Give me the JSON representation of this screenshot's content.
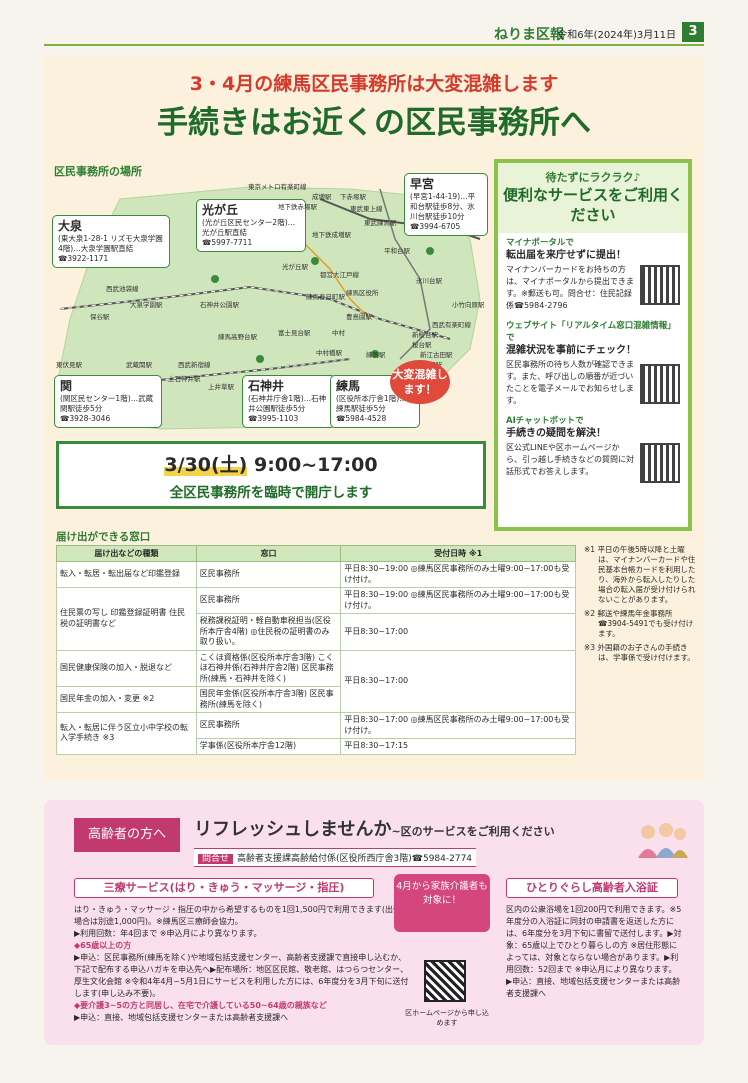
{
  "header": {
    "brand": "ねりま区報",
    "date": "令和6年(2024年)3月11日",
    "page_no": "3"
  },
  "top": {
    "title1": "3・4月の練馬区民事務所は大変混雑します",
    "title2": "手続きはお近くの区民事務所へ",
    "map_title": "区民事務所の場所",
    "offices": [
      {
        "name": "大泉",
        "addr": "(東大泉1-28-1 リズモ大泉学園4階)…大泉学園駅直結",
        "tel": "☎3922-1171"
      },
      {
        "name": "光が丘",
        "addr": "(光が丘区民センター2階)…光が丘駅直結",
        "tel": "☎5997-7711"
      },
      {
        "name": "早宮",
        "addr": "(早宮1-44-19)…平和台駅徒歩8分、氷川台駅徒歩10分",
        "tel": "☎3994-6705"
      },
      {
        "name": "関",
        "addr": "(関区民センター1階)…武蔵関駅徒歩5分",
        "tel": "☎3928-3046"
      },
      {
        "name": "石神井",
        "addr": "(石神井庁舎1階)…石神井公園駅徒歩5分",
        "tel": "☎3995-1103"
      },
      {
        "name": "練馬",
        "addr": "(区役所本庁舎1階)…練馬駅徒歩5分",
        "tel": "☎5984-4528"
      }
    ],
    "stations": [
      "東京メトロ有楽町線",
      "成増駅",
      "地下鉄赤塚駅",
      "東武東上線",
      "下赤塚駅",
      "東武練馬駅",
      "地下鉄成増駅",
      "光が丘駅",
      "平和台駅",
      "大泉学園駅",
      "西武池袋線",
      "保谷駅",
      "石神井公園駅",
      "練馬高野台駅",
      "富士見台駅",
      "都営大江戸線",
      "練馬春日町駅",
      "豊島園駅",
      "中村橋駅",
      "練馬駅",
      "桜台駅",
      "江古田駅",
      "新桜台駅",
      "小竹向原駅",
      "西武有楽町線",
      "氷川台駅",
      "東伏見駅",
      "武蔵関駅",
      "西武新宿線",
      "上石神井駅",
      "上井草駅",
      "中村",
      "新江古田駅",
      "練馬区役所"
    ],
    "konzatsu": "大変混雑します！",
    "open_date": "3/30",
    "open_weekday": "(土)",
    "open_time": "9:00~17:00",
    "open_msg": "全区民事務所を臨時で開庁します",
    "services": {
      "head_small": "待たずにラクラク♪",
      "head_big": "便利なサービスをご利用ください",
      "items": [
        {
          "label": "マイナポータルで",
          "head": "転出届を来庁せずに提出！",
          "body": "マイナンバーカードをお持ちの方は、マイナポータルから提出できます。※郵送も可。問合せ：住民記録係☎5984-2796"
        },
        {
          "label": "ウェブサイト「リアルタイム窓口混雑情報」で",
          "head": "混雑状況を事前にチェック！",
          "body": "区民事務所の待ち人数が確認できます。また、呼び出しの順番が近づいたことを電子メールでお知らせします。"
        },
        {
          "label": "AIチャットボットで",
          "head": "手続きの疑問を解決！",
          "body": "区公式LINEや区ホームページから、引っ越し手続きなどの質問に対話形式でお答えします。"
        }
      ]
    },
    "window_title": "届け出ができる窓口",
    "table_headers": [
      "届け出などの種類",
      "窓口",
      "受付日時 ※1"
    ],
    "table_rows": [
      {
        "kind": "転入・転居・転出届など印鑑登録",
        "win": "区民事務所",
        "time": "平日8:30~19:00 ◎練馬区民事務所のみ土曜9:00~17:00も受け付け。"
      },
      {
        "kind": "住民票の写し 印鑑登録証明書 住民税の証明書など",
        "win": "区民事務所",
        "time": "平日8:30~19:00 ◎練馬区民事務所のみ土曜9:00~17:00も受け付け。"
      },
      {
        "kind": "",
        "win": "税務課税証明・軽自動車税担当(区役所本庁舎4階) ◎住民税の証明書のみ取り扱い。",
        "time": "平日8:30~17:00"
      },
      {
        "kind": "国民健康保険の加入・脱退など",
        "win": "こくほ資格係(区役所本庁舎3階) こくほ石神井係(石神井庁舎2階) 区民事務所(練馬・石神井を除く)",
        "time": "平日8:30~17:00"
      },
      {
        "kind": "国民年金の加入・変更 ※2",
        "win": "国民年金係(区役所本庁舎3階) 区民事務所(練馬を除く)",
        "time": ""
      },
      {
        "kind": "転入・転居に伴う区立小中学校の転入学手続き ※3",
        "win": "区民事務所",
        "time": "平日8:30~17:00 ◎練馬区民事務所のみ土曜9:00~17:00も受け付け。"
      },
      {
        "kind": "",
        "win": "学事係(区役所本庁舎12階)",
        "time": "平日8:30~17:15"
      }
    ],
    "notes": [
      "※1 平日の午後5時以降と土曜は、マイナンバーカードや住民基本台帳カードを利用したり、海外から転入したりした場合の転入届が受け付けられないことがあります。",
      "※2 郵送や練馬年金事務所☎3904-5491でも受け付けます。",
      "※3 外国籍のお子さんの手続きは、学事係で受け付けます。"
    ]
  },
  "bottom": {
    "tag": "高齢者の方へ",
    "title": "リフレッシュしませんか",
    "title_sub": "~区のサービスをご利用ください",
    "contact_label": "問合せ",
    "contact": "高齢者支援課高齢給付係(区役所西庁舎3階)☎5984-2774",
    "sanryo_head": "三療サービス(はり・きゅう・マッサージ・指圧)",
    "sanryo_body": "はり・きゅう・マッサージ・指圧の中から希望するものを1回1,500円で利用できます(出張の場合は別途1,000円)。※練馬区三療師会協力。",
    "sanryo_count": "▶利用回数：年4回まで ※申込月により異なります。",
    "sanryo_age": "◆65歳以上の方",
    "sanryo_apply": "▶申込：区民事務所(練馬を除く)や地域包括支援センター、高齢者支援課で直接申し込むか、下記で配布する申込ハガキを申込先へ▶配布場所：地区区民館、敬老館、はつらつセンター、厚生文化会館 ※令和4年4月~5月1日にサービスを利用した方には、6年度分を3月下旬に送付します(申し込み不要)。",
    "sanryo_care": "◆要介護3~5の方と同居し、在宅で介護している50~64歳の親族など",
    "sanryo_care_apply": "▶申込：直接、地域包括支援センターまたは高齢者支援課へ",
    "family": "4月から家族介護者も対象に！",
    "qr_caption": "区ホームページから申し込めます",
    "hitori_head": "ひとりぐらし高齢者入浴証",
    "hitori_body": "区内の公衆浴場を1回200円で利用できます。※5年度分の入浴証に同封の申請書を返送した方には、6年度分を3月下旬に書留で送付します。▶対象：65歳以上でひとり暮らしの方 ※居住形態によっては、対象とならない場合があります。▶利用回数：52回まで ※申込月により異なります。▶申込：直接、地域包括支援センターまたは高齢者支援課へ"
  }
}
